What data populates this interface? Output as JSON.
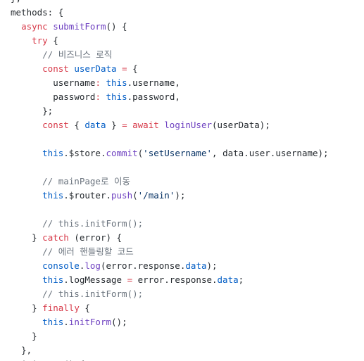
{
  "colors": {
    "background": "#ffffff",
    "plain": "#24292e",
    "keyword": "#d73a49",
    "method": "#6f42c1",
    "property": "#005cc5",
    "string": "#032f62",
    "comment": "#6a737d"
  },
  "code_lines": [
    {
      "indent": "",
      "tokens": [
        [
          "plain",
          "},"
        ]
      ]
    },
    {
      "indent": "",
      "tokens": [
        [
          "plain",
          "methods: {"
        ]
      ]
    },
    {
      "indent": "  ",
      "tokens": [
        [
          "keyword",
          "async "
        ],
        [
          "method",
          "submitForm"
        ],
        [
          "plain",
          "() {"
        ]
      ]
    },
    {
      "indent": "    ",
      "tokens": [
        [
          "keyword",
          "try"
        ],
        [
          "plain",
          " {"
        ]
      ]
    },
    {
      "indent": "      ",
      "tokens": [
        [
          "comment",
          "// 비즈니스 로직"
        ]
      ]
    },
    {
      "indent": "      ",
      "tokens": [
        [
          "keyword",
          "const "
        ],
        [
          "prop",
          "userData"
        ],
        [
          "keyword",
          " = "
        ],
        [
          "plain",
          "{"
        ]
      ]
    },
    {
      "indent": "        ",
      "tokens": [
        [
          "plain",
          "username"
        ],
        [
          "keyword",
          ": "
        ],
        [
          "prop",
          "this"
        ],
        [
          "plain",
          ".username,"
        ]
      ]
    },
    {
      "indent": "        ",
      "tokens": [
        [
          "plain",
          "password"
        ],
        [
          "keyword",
          ": "
        ],
        [
          "prop",
          "this"
        ],
        [
          "plain",
          ".password,"
        ]
      ]
    },
    {
      "indent": "      ",
      "tokens": [
        [
          "plain",
          "};"
        ]
      ]
    },
    {
      "indent": "      ",
      "tokens": [
        [
          "keyword",
          "const "
        ],
        [
          "plain",
          "{ "
        ],
        [
          "prop",
          "data"
        ],
        [
          "plain",
          " } "
        ],
        [
          "keyword",
          "= await "
        ],
        [
          "method",
          "loginUser"
        ],
        [
          "plain",
          "(userData);"
        ]
      ]
    },
    {
      "indent": "",
      "tokens": []
    },
    {
      "indent": "      ",
      "tokens": [
        [
          "prop",
          "this"
        ],
        [
          "plain",
          ".$store."
        ],
        [
          "method",
          "commit"
        ],
        [
          "plain",
          "("
        ],
        [
          "string",
          "'setUsername'"
        ],
        [
          "plain",
          ", data.user.username);"
        ]
      ]
    },
    {
      "indent": "",
      "tokens": []
    },
    {
      "indent": "      ",
      "tokens": [
        [
          "comment",
          "// mainPage로 이동"
        ]
      ]
    },
    {
      "indent": "      ",
      "tokens": [
        [
          "prop",
          "this"
        ],
        [
          "plain",
          ".$router."
        ],
        [
          "method",
          "push"
        ],
        [
          "plain",
          "("
        ],
        [
          "string",
          "'/main'"
        ],
        [
          "plain",
          ");"
        ]
      ]
    },
    {
      "indent": "",
      "tokens": []
    },
    {
      "indent": "      ",
      "tokens": [
        [
          "comment",
          "// this.initForm();"
        ]
      ]
    },
    {
      "indent": "    ",
      "tokens": [
        [
          "plain",
          "} "
        ],
        [
          "keyword",
          "catch"
        ],
        [
          "plain",
          " (error) {"
        ]
      ]
    },
    {
      "indent": "      ",
      "tokens": [
        [
          "comment",
          "// 에러 핸들링할 코드"
        ]
      ]
    },
    {
      "indent": "      ",
      "tokens": [
        [
          "prop",
          "console"
        ],
        [
          "plain",
          "."
        ],
        [
          "method",
          "log"
        ],
        [
          "plain",
          "(error.response."
        ],
        [
          "prop",
          "data"
        ],
        [
          "plain",
          ");"
        ]
      ]
    },
    {
      "indent": "      ",
      "tokens": [
        [
          "prop",
          "this"
        ],
        [
          "plain",
          ".logMessage "
        ],
        [
          "keyword",
          "="
        ],
        [
          "plain",
          " error.response."
        ],
        [
          "prop",
          "data"
        ],
        [
          "plain",
          ";"
        ]
      ]
    },
    {
      "indent": "      ",
      "tokens": [
        [
          "comment",
          "// this.initForm();"
        ]
      ]
    },
    {
      "indent": "    ",
      "tokens": [
        [
          "plain",
          "} "
        ],
        [
          "keyword",
          "finally"
        ],
        [
          "plain",
          " {"
        ]
      ]
    },
    {
      "indent": "      ",
      "tokens": [
        [
          "prop",
          "this"
        ],
        [
          "plain",
          "."
        ],
        [
          "method",
          "initForm"
        ],
        [
          "plain",
          "();"
        ]
      ]
    },
    {
      "indent": "    ",
      "tokens": [
        [
          "plain",
          "}"
        ]
      ]
    },
    {
      "indent": "  ",
      "tokens": [
        [
          "plain",
          "},"
        ]
      ]
    },
    {
      "indent": "  ",
      "tokens": [
        [
          "plain",
          "initForm() {"
        ]
      ]
    }
  ]
}
